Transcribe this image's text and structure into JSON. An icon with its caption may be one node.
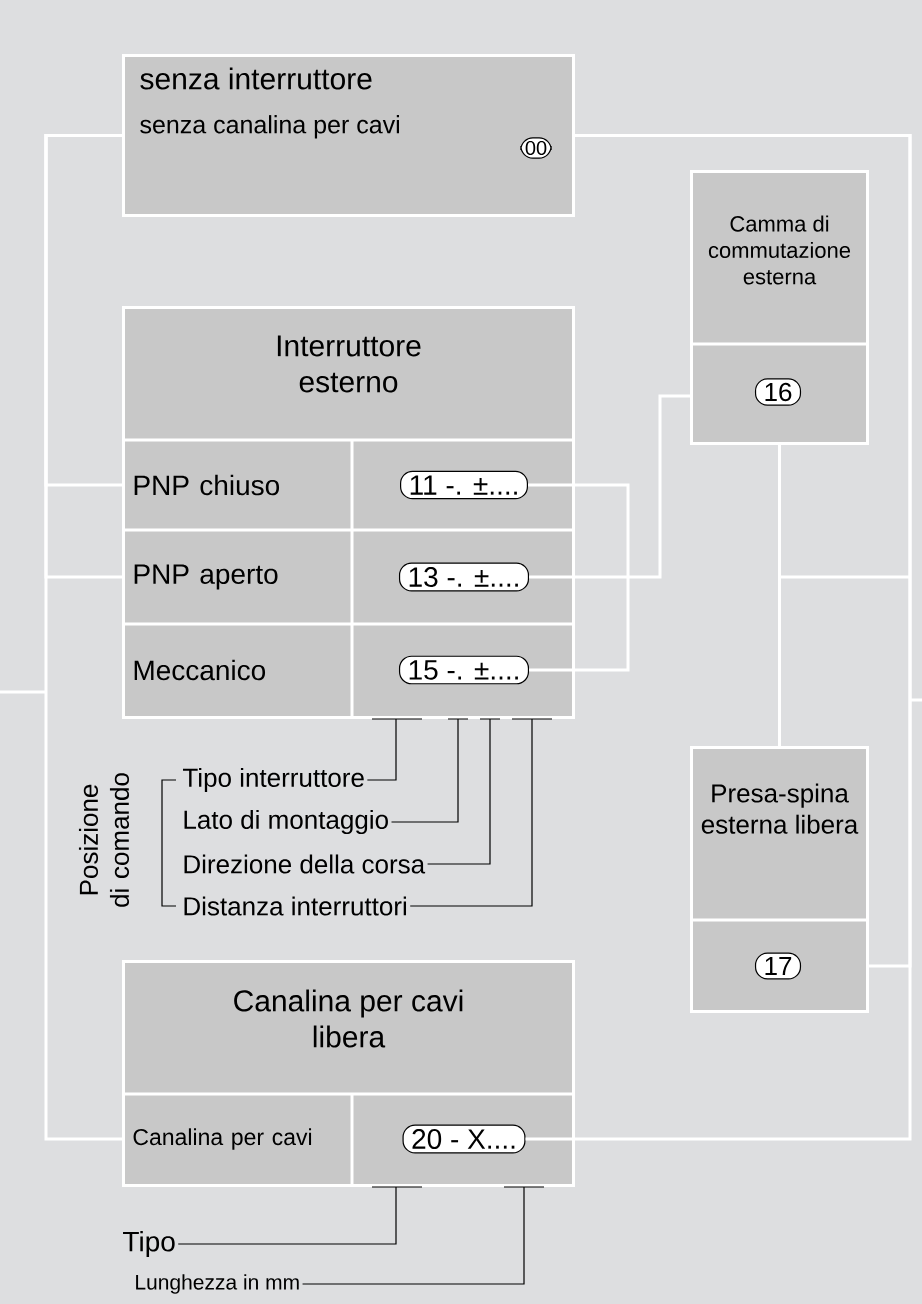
{
  "diagram": {
    "nodes": [
      {
        "text": [
          "senza interruttore",
          "senza canalina per cavi"
        ]
      },
      {
        "text": [
          "00"
        ],
        "in": 0
      },
      {
        "text": [
          "Interruttore esterno"
        ]
      },
      {
        "text": [
          "PNP chiuso"
        ],
        "in": 2
      },
      {
        "text": [
          "11 -. ±...."
        ],
        "in": 2
      },
      {
        "text": [
          "PNP aperto"
        ],
        "in": 2
      },
      {
        "text": [
          "13 -. ±...."
        ],
        "in": 2
      },
      {
        "text": [
          "Meccanico"
        ],
        "in": 2
      },
      {
        "text": [
          "15 -. ±...."
        ],
        "in": 2
      },
      {
        "text": [
          "Camma di commutazione esterna"
        ]
      },
      {
        "text": [
          "16"
        ],
        "in": 9
      },
      {
        "text": [
          "Presa-spina esterna libera"
        ]
      },
      {
        "text": [
          "17"
        ],
        "in": 11
      },
      {
        "text": [
          "Canalina per cavi libera"
        ]
      },
      {
        "text": [
          "Canalina per cavi"
        ],
        "in": 13
      },
      {
        "text": [
          "20 - X...."
        ],
        "in": 13
      },
      {
        "text": [
          "Tipo interruttore"
        ]
      },
      {
        "text": [
          "Lato di montaggio"
        ]
      },
      {
        "text": [
          "Direzione della corsa"
        ]
      },
      {
        "text": [
          "Distanza interruttori"
        ]
      },
      {
        "text": [
          "Tipo"
        ]
      },
      {
        "text": [
          "Lunghezza in mm"
        ]
      }
    ],
    "edges": [
      {
        "from": 0,
        "to": 14,
        "arrow": "none"
      },
      {
        "from": 0,
        "to": 3,
        "arrow": "none"
      },
      {
        "from": 0,
        "to": 5,
        "arrow": "none"
      },
      {
        "from": 0,
        "to": 15,
        "arrow": "none"
      },
      {
        "from": 0,
        "to": 11,
        "arrow": "none"
      },
      {
        "from": 9,
        "to": 11,
        "arrow": "none"
      },
      {
        "from": 4,
        "to": 8,
        "arrow": "none"
      },
      {
        "from": 6,
        "to": 9,
        "arrow": "none"
      },
      {
        "from": 16,
        "to": 2,
        "arrow": "none",
        "color": "#000000"
      },
      {
        "from": 17,
        "to": 2,
        "arrow": "none",
        "color": "#000000"
      },
      {
        "from": 18,
        "to": 2,
        "arrow": "none",
        "color": "#000000"
      },
      {
        "from": 19,
        "to": 2,
        "arrow": "none",
        "color": "#000000"
      },
      {
        "from": 20,
        "to": 13,
        "arrow": "none",
        "color": "#000000"
      },
      {
        "from": 21,
        "to": 13,
        "arrow": "none",
        "color": "#000000"
      }
    ],
    "labels": [
      "Posizione di comando"
    ]
  }
}
